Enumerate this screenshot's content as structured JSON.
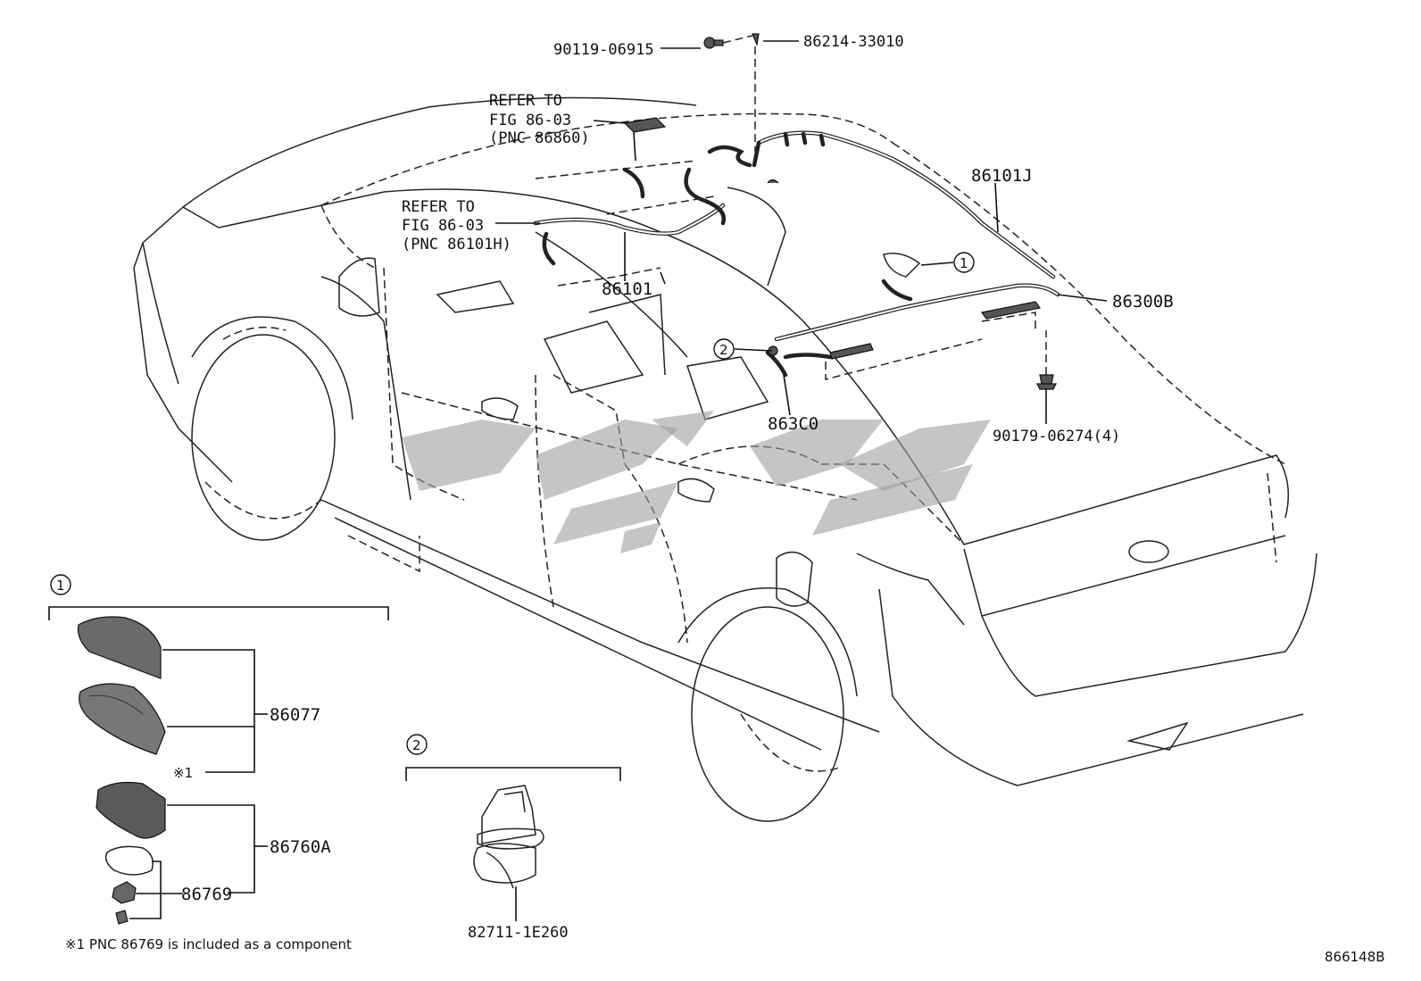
{
  "labels": {
    "p90119": "90119-06915",
    "p86214": "86214-33010",
    "refer1_l1": "REFER TO",
    "refer1_l2": "FIG 86-03",
    "refer1_l3": "(PNC 86860)",
    "refer2_l1": "REFER TO",
    "refer2_l2": "FIG 86-03",
    "refer2_l3": "(PNC 86101H)",
    "p86101J": "86101J",
    "p86101": "86101",
    "p86300B": "86300B",
    "p863C0": "863C0",
    "p90179": "90179-06274(4)",
    "p86077": "86077",
    "p86760A": "86760A",
    "p86769": "86769",
    "p82711": "82711-1E260",
    "mark1": "※1",
    "circle1": "1",
    "circle2": "2",
    "footnote": "※1 PNC 86769 is included as a component",
    "diagram_code": "866148B"
  },
  "icons": {
    "antenna_shark_fin": "shark-fin-antenna-icon",
    "clip": "clip-icon",
    "bolt": "bolt-icon",
    "watermark": "watermark-logo"
  }
}
